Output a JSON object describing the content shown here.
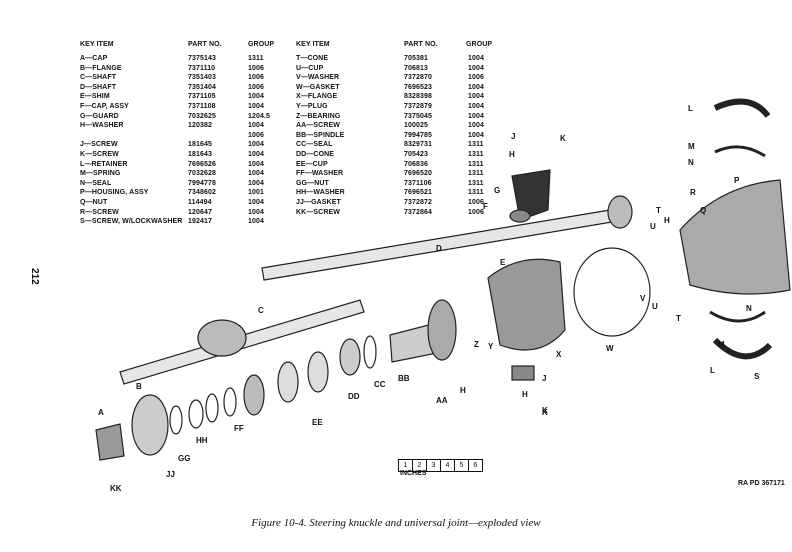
{
  "page_number": "212",
  "caption": "Figure 10-4. Steering knuckle and universal joint—exploded view",
  "plate_id": "RA PD 367171",
  "ruler": {
    "marks": [
      "1",
      "2",
      "3",
      "4",
      "5",
      "6"
    ],
    "unit": "INCHES"
  },
  "table": {
    "headers": {
      "key_item": "KEY ITEM",
      "part_no": "PART NO.",
      "group": "GROUP"
    },
    "left": [
      {
        "item": "A—CAP",
        "part": "7375143",
        "group": "1311"
      },
      {
        "item": "B—FLANGE",
        "part": "7371110",
        "group": "1006"
      },
      {
        "item": "C—SHAFT",
        "part": "7351403",
        "group": "1006"
      },
      {
        "item": "D—SHAFT",
        "part": "7351404",
        "group": "1006"
      },
      {
        "item": "E—SHIM",
        "part": "7371105",
        "group": "1004"
      },
      {
        "item": "F—CAP, ASSY",
        "part": "7371108",
        "group": "1004"
      },
      {
        "item": "G—GUARD",
        "part": "7032625",
        "group": "1204.5"
      },
      {
        "item": "H—WASHER",
        "part": "120382",
        "group": "1004"
      },
      {
        "item": "",
        "part": "",
        "group": "1006"
      },
      {
        "item": "J—SCREW",
        "part": "181645",
        "group": "1004"
      },
      {
        "item": "K—SCREW",
        "part": "181643",
        "group": "1004"
      },
      {
        "item": "L—RETAINER",
        "part": "7696526",
        "group": "1004"
      },
      {
        "item": "M—SPRING",
        "part": "7032628",
        "group": "1004"
      },
      {
        "item": "N—SEAL",
        "part": "7994778",
        "group": "1004"
      },
      {
        "item": "P—HOUSING, ASSY",
        "part": "7348602",
        "group": "1001"
      },
      {
        "item": "Q—NUT",
        "part": "114494",
        "group": "1004"
      },
      {
        "item": "R—SCREW",
        "part": "120647",
        "group": "1004"
      },
      {
        "item": "S—SCREW, W/LOCKWASHER",
        "part": "192417",
        "group": "1004"
      }
    ],
    "right": [
      {
        "item": "T—CONE",
        "part": "705381",
        "group": "1004"
      },
      {
        "item": "U—CUP",
        "part": "706813",
        "group": "1004"
      },
      {
        "item": "V—WASHER",
        "part": "7372870",
        "group": "1006"
      },
      {
        "item": "W—GASKET",
        "part": "7696523",
        "group": "1004"
      },
      {
        "item": "X—FLANGE",
        "part": "8328398",
        "group": "1004"
      },
      {
        "item": "Y—PLUG",
        "part": "7372879",
        "group": "1004"
      },
      {
        "item": "Z—BEARING",
        "part": "7375045",
        "group": "1004"
      },
      {
        "item": "AA—SCREW",
        "part": "100025",
        "group": "1004"
      },
      {
        "item": "BB—SPINDLE",
        "part": "7994785",
        "group": "1004"
      },
      {
        "item": "CC—SEAL",
        "part": "8329731",
        "group": "1311"
      },
      {
        "item": "DD—CONE",
        "part": "705423",
        "group": "1311"
      },
      {
        "item": "EE—CUP",
        "part": "706836",
        "group": "1311"
      },
      {
        "item": "FF—WASHER",
        "part": "7696520",
        "group": "1311"
      },
      {
        "item": "GG—NUT",
        "part": "7371106",
        "group": "1311"
      },
      {
        "item": "HH—WASHER",
        "part": "7696521",
        "group": "1311"
      },
      {
        "item": "JJ—GASKET",
        "part": "7372872",
        "group": "1006"
      },
      {
        "item": "KK—SCREW",
        "part": "7372864",
        "group": "1006"
      }
    ]
  },
  "callouts": [
    "A",
    "B",
    "C",
    "D",
    "E",
    "F",
    "G",
    "H",
    "J",
    "K",
    "L",
    "M",
    "N",
    "P",
    "R",
    "Q",
    "T",
    "U",
    "V",
    "W",
    "X",
    "Y",
    "Z",
    "AA",
    "BB",
    "CC",
    "DD",
    "EE",
    "FF",
    "GG",
    "HH",
    "JJ",
    "KK",
    "S",
    "H",
    "J",
    "K",
    "H",
    "K",
    "M",
    "N",
    "L",
    "U",
    "T",
    "H"
  ]
}
